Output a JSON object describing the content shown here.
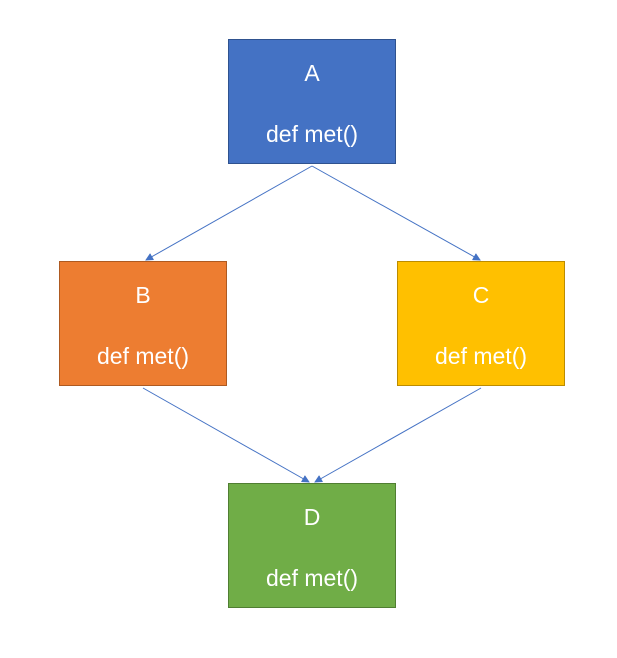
{
  "diagram": {
    "nodes": [
      {
        "id": "A",
        "label": "A",
        "method": "def met()",
        "fill": "#4472C4",
        "border": "#2F528F"
      },
      {
        "id": "B",
        "label": "B",
        "method": "def met()",
        "fill": "#ED7D31",
        "border": "#AE5A21"
      },
      {
        "id": "C",
        "label": "C",
        "method": "def met()",
        "fill": "#FFC000",
        "border": "#BC8C00"
      },
      {
        "id": "D",
        "label": "D",
        "method": "def met()",
        "fill": "#70AD47",
        "border": "#507E32"
      }
    ],
    "edges": [
      {
        "from": "A",
        "to": "B"
      },
      {
        "from": "A",
        "to": "C"
      },
      {
        "from": "B",
        "to": "D"
      },
      {
        "from": "C",
        "to": "D"
      }
    ],
    "edge_color": "#4472C4"
  }
}
